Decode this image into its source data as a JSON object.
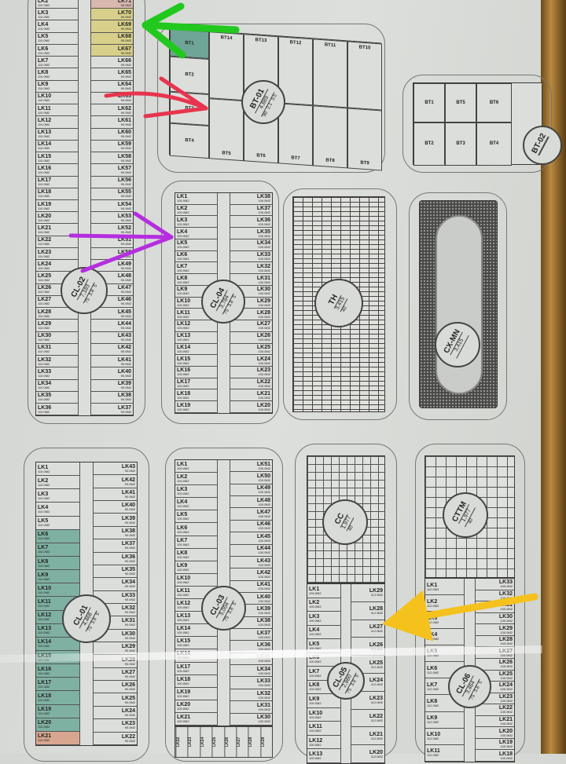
{
  "colors": {
    "yellow_highlight": "#d8d08a",
    "teal_highlight": "#7fb1a2",
    "salmon_highlight": "#d8a690",
    "pink_highlight": "#d9b8b0",
    "arrow_green": "#22c81e",
    "arrow_red": "#e8344e",
    "arrow_purple": "#b52ee0",
    "arrow_yellow": "#f5c11c"
  },
  "blocks": {
    "cl02": {
      "left": {
        "area": "110.0M2",
        "ids": [
          "LK2",
          "LK3",
          "LK4",
          "LK5",
          "LK6",
          "LK7",
          "LK8",
          "LK9",
          "LK10",
          "LK11",
          "LK12",
          "LK13",
          "LK14",
          "LK15",
          "LK16",
          "LK17",
          "LK18",
          "LK19",
          "LK20",
          "LK21",
          "LK22",
          "LK23",
          "LK24",
          "LK25",
          "LK26",
          "LK27",
          "LK28",
          "LK29",
          "LK30",
          "LK31",
          "LK32",
          "LK33",
          "LK34",
          "LK35",
          "LK36"
        ]
      },
      "right": {
        "area": "90.0M2",
        "ids": [
          "LK71",
          "LK70",
          "LK69",
          "LK68",
          "LK67",
          "LK66",
          "LK65",
          "LK64",
          "LK63",
          "LK62",
          "LK61",
          "LK60",
          "LK59",
          "LK58",
          "LK57",
          "LK56",
          "LK55",
          "LK54",
          "LK53",
          "LK52",
          "LK51",
          "LK50",
          "LK49",
          "LK48",
          "LK47",
          "LK46",
          "LK45",
          "LK44",
          "LK43",
          "LK42",
          "LK41",
          "LK40",
          "LK39",
          "LK38",
          "LK37"
        ]
      },
      "highlights": {
        "LK71": "pink",
        "LK70": "yellow",
        "LK69": "yellow",
        "LK68": "yellow",
        "LK67": "yellow"
      }
    },
    "cl04": {
      "left": {
        "area": "100.0M2",
        "ids": [
          "LK1",
          "LK2",
          "LK3",
          "LK4",
          "LK5",
          "LK6",
          "LK7",
          "LK8",
          "LK9",
          "LK10",
          "LK11",
          "LK12",
          "LK13",
          "LK14",
          "LK15",
          "LK16",
          "LK17",
          "LK18",
          "LK19"
        ]
      },
      "right": {
        "area": "100.0M2",
        "ids": [
          "LK38",
          "LK37",
          "LK36",
          "LK35",
          "LK34",
          "LK33",
          "LK32",
          "LK31",
          "LK30",
          "LK29",
          "LK28",
          "LK27",
          "LK26",
          "LK25",
          "LK24",
          "LK23",
          "LK22",
          "LK21",
          "LK20"
        ]
      }
    },
    "cl01": {
      "left": {
        "area": "110.0M2",
        "ids": [
          "LK1",
          "LK2",
          "LK3",
          "LK4",
          "LK5",
          "LK6",
          "LK7",
          "LK8",
          "LK9",
          "LK10",
          "LK11",
          "LK12",
          "LK13",
          "LK14",
          "LK15",
          "LK16",
          "LK17",
          "LK18",
          "LK19",
          "LK20",
          "LK21"
        ]
      },
      "right": {
        "area": "90.0M2",
        "ids": [
          "LK43",
          "LK42",
          "LK41",
          "LK40",
          "LK39",
          "LK38",
          "LK37",
          "LK36",
          "LK35",
          "LK34",
          "LK33",
          "LK32",
          "LK31",
          "LK30",
          "LK29",
          "LK28",
          "LK27",
          "LK26",
          "LK25",
          "LK24",
          "LK23",
          "LK22"
        ]
      },
      "highlights": {
        "LK6": "teal",
        "LK7": "teal",
        "LK8": "teal",
        "LK9": "teal",
        "LK10": "teal",
        "LK11": "teal",
        "LK12": "teal",
        "LK13": "teal",
        "LK14": "teal",
        "LK15": "teal",
        "LK16": "teal",
        "LK17": "teal",
        "LK18": "teal",
        "LK19": "teal",
        "LK20": "teal",
        "LK21": "salmon"
      }
    },
    "cl03": {
      "left": {
        "area": "100.0M2",
        "ids": [
          "LK1",
          "LK2",
          "LK3",
          "LK4",
          "LK5",
          "LK6",
          "LK7",
          "LK8",
          "LK9",
          "LK10",
          "LK11",
          "LK12",
          "LK13",
          "LK14",
          "LK15",
          "LK16",
          "LK17",
          "LK18",
          "LK19",
          "LK20",
          "LK21"
        ]
      },
      "right": {
        "area": "100.0M2",
        "ids": [
          "LK51",
          "LK50",
          "LK49",
          "LK48",
          "LK47",
          "LK46",
          "LK45",
          "LK44",
          "LK43",
          "LK42",
          "LK41",
          "LK40",
          "LK39",
          "LK38",
          "LK37",
          "LK36",
          "LK35",
          "LK34",
          "LK33",
          "LK32",
          "LK31",
          "LK30"
        ]
      },
      "bottom": [
        "LK22",
        "LK23",
        "LK24",
        "LK25",
        "LK26",
        "LK27",
        "LK28",
        "LK29"
      ]
    },
    "cl05": {
      "left": {
        "area": "100.0M2",
        "ids": [
          "LK1",
          "LK2",
          "LK3",
          "LK4",
          "LK5",
          "LK6",
          "LK7",
          "LK8",
          "LK9",
          "LK10",
          "LK11",
          "LK12",
          "LK13"
        ]
      },
      "right": {
        "area": "112.0M2",
        "ids": [
          "LK29",
          "LK28",
          "LK27",
          "LK26",
          "LK25",
          "LK24",
          "LK23",
          "LK22",
          "LK21",
          "LK20"
        ]
      }
    },
    "cl06": {
      "left": {
        "area": "112.0M2",
        "ids": [
          "LK1",
          "LK2",
          "LK3",
          "LK4",
          "LK5",
          "LK6",
          "LK7",
          "LK8",
          "LK9",
          "LK10",
          "LK11"
        ]
      },
      "right": {
        "area": "100.0M2",
        "ids": [
          "LK33",
          "LK32",
          "LK31",
          "LK30",
          "LK29",
          "LK28",
          "LK27",
          "LK26",
          "LK25",
          "LK24",
          "LK23",
          "LK22",
          "LK21",
          "LK20",
          "LK19",
          "LK18"
        ]
      }
    }
  },
  "circles": {
    "cl02": {
      "name": "CL-02",
      "value": "7,183",
      "a": "75",
      "b": "3.8",
      "c": "5"
    },
    "cl04": {
      "name": "CL-04",
      "value": "3,784",
      "a": "75",
      "b": "3.8",
      "c": "5"
    },
    "th": {
      "name": "TH",
      "value": "3,415",
      "a": "40",
      "b": "",
      "c": ""
    },
    "cxmn": {
      "name": "CX-MN",
      "value": "3,415",
      "a": "",
      "b": "",
      "c": ""
    },
    "cc": {
      "name": "CC",
      "value": "1,977",
      "a": "40",
      "b": "",
      "c": ""
    },
    "cttm": {
      "name": "CTTM",
      "value": "1,977",
      "a": "40",
      "b": "",
      "c": ""
    },
    "cl01": {
      "name": "CL-01",
      "value": "4,468",
      "a": "75",
      "b": "3.8",
      "c": "5"
    },
    "cl03": {
      "name": "CL-03",
      "value": "5,004",
      "a": "75",
      "b": "3.8",
      "c": "5"
    },
    "cl05": {
      "name": "CL-05",
      "value": "2,880",
      "a": "75",
      "b": "3.8",
      "c": "5"
    },
    "cl06": {
      "name": "CL-06",
      "value": "3,464",
      "a": "75",
      "b": "3.8",
      "c": "5"
    },
    "bt01": {
      "name": "BT-01",
      "value": "4,889",
      "a": "90",
      "b": "2.1",
      "c": "3.5"
    },
    "bt02": {
      "name": "BT-02",
      "value": "",
      "a": "",
      "b": "",
      "c": ""
    }
  },
  "bt01": [
    "BT1",
    "BT2",
    "BT3",
    "BT4",
    "BT14",
    "BT13",
    "BT12",
    "BT11",
    "BT10",
    "BT5",
    "BT6",
    "BT7",
    "BT8",
    "BT9"
  ],
  "bt02": [
    "BT1",
    "BT5",
    "BT6",
    "BT2",
    "BT3",
    "BT4"
  ]
}
